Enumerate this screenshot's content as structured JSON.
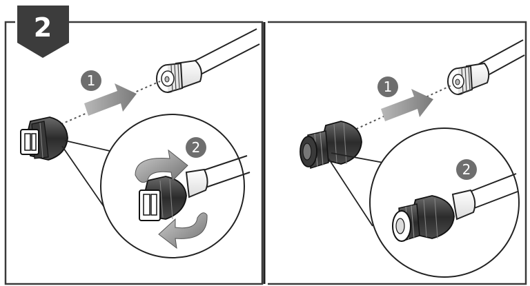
{
  "step": {
    "number": "2"
  },
  "left_panel": {
    "label_1": "1",
    "label_2": "2"
  },
  "right_panel": {
    "label_1": "1",
    "label_2": "2"
  },
  "colors": {
    "frame": "#3a3a3a",
    "badge": "#6e6e6e",
    "arrow": "#8c8c8c",
    "step_tag": "#3c3c3c",
    "connector_dark": "#2f2f2f"
  }
}
